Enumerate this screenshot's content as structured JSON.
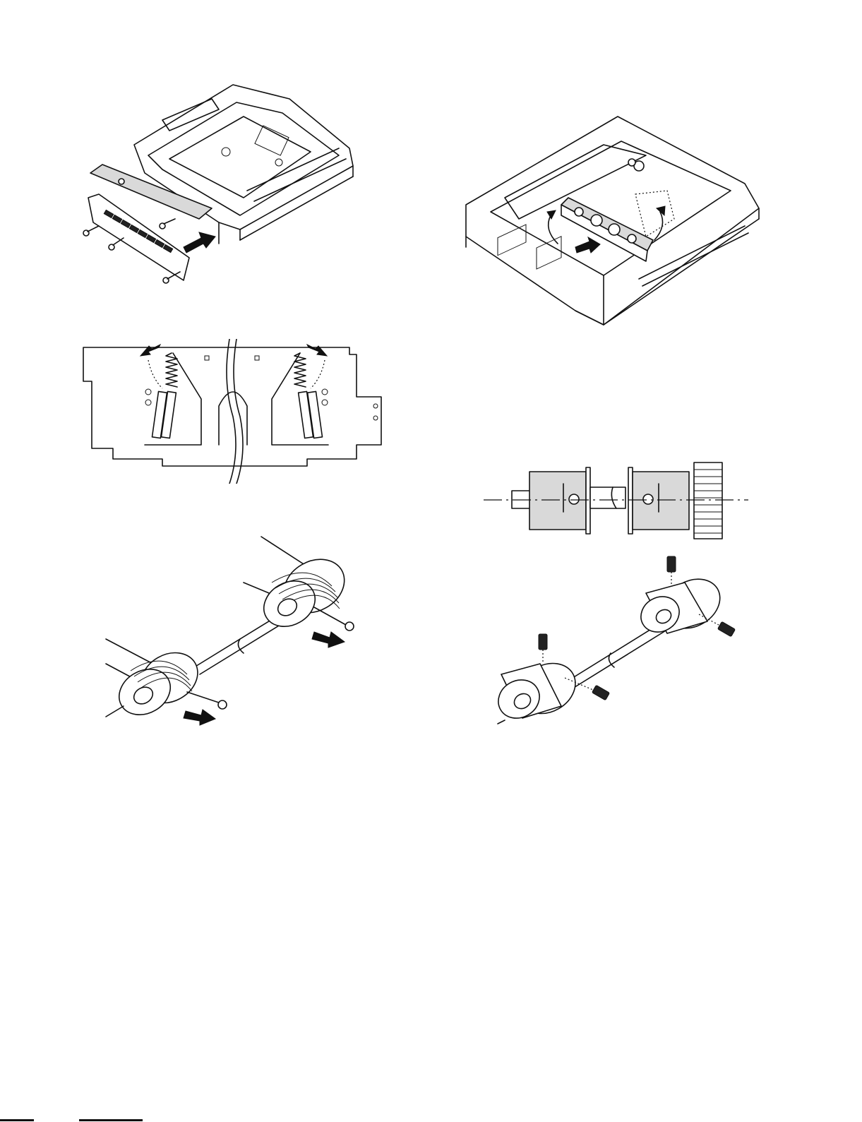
{
  "page": {
    "description_hidden": false
  },
  "figures": [
    {
      "id": "fig1",
      "icon": "scanner-frame-cover-removal"
    },
    {
      "id": "fig2",
      "icon": "scanner-frame-mirror-unit"
    },
    {
      "id": "fig3",
      "icon": "spring-bracket-plate"
    },
    {
      "id": "fig4",
      "icon": "pulley-shaft-side-view"
    },
    {
      "id": "fig5",
      "icon": "wire-pulley-shaft"
    },
    {
      "id": "fig6",
      "icon": "pulley-set-screws"
    }
  ]
}
